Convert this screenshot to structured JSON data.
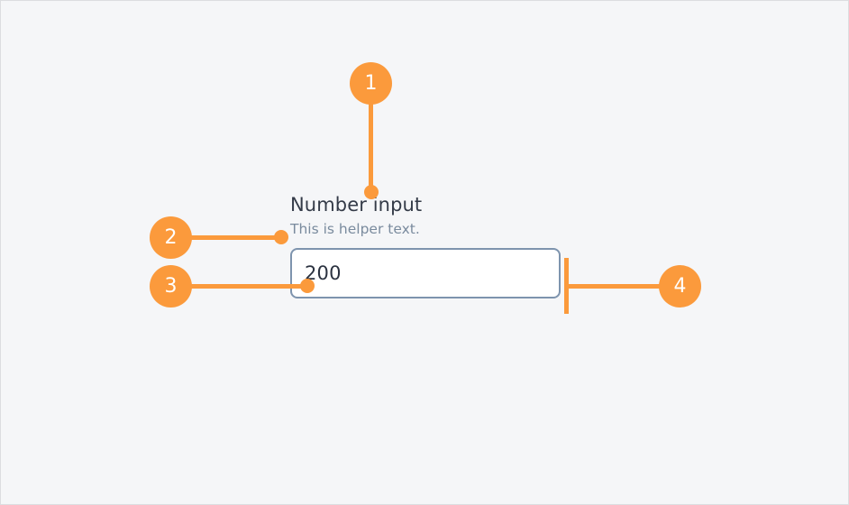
{
  "component": {
    "label": "Number input",
    "helper_text": "This is helper text.",
    "input_value": "200",
    "input_placeholder": ""
  },
  "annotations": {
    "markers": [
      {
        "id": "1",
        "number": "1",
        "target": "field-label"
      },
      {
        "id": "2",
        "number": "2",
        "target": "helper-text"
      },
      {
        "id": "3",
        "number": "3",
        "target": "input-value"
      },
      {
        "id": "4",
        "number": "4",
        "target": "input-right-edge"
      }
    ]
  },
  "colors": {
    "annotation": "#fb9a3c",
    "page_background": "#f5f6f8",
    "page_border": "#dcdde0",
    "label_text": "#343b48",
    "helper_text": "#7a8b9e",
    "input_border": "#7e94ae",
    "input_background": "#ffffff",
    "input_text": "#2b3240",
    "marker_number": "#ffffff"
  }
}
